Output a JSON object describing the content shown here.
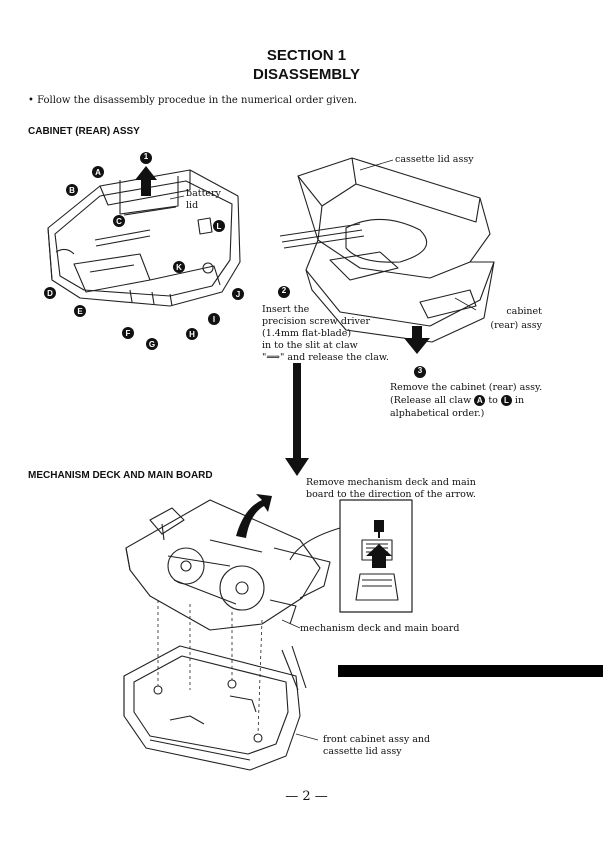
{
  "header": {
    "section": "SECTION 1",
    "title": "DISASSEMBLY"
  },
  "intro_note": "• Follow the disassembly procedue in the numerical order given.",
  "cabinet": {
    "heading": "CABINET (REAR) ASSY",
    "callouts": {
      "battery_lid": "battery lid",
      "cassette_lid": "cassette lid assy",
      "cabinet_rear": "cabinet (rear) assy"
    },
    "claw_letters": [
      "A",
      "B",
      "C",
      "D",
      "E",
      "F",
      "G",
      "H",
      "I",
      "J",
      "K",
      "L"
    ],
    "steps": {
      "step1_num": "1",
      "step2_num": "2",
      "step2_text": [
        "Insert the",
        "precision screw driver",
        "(1.4mm flat-blade)",
        "in to the slit at claw",
        "\"⟹\" and release the claw."
      ],
      "step3_num": "3",
      "step3_line1": "Remove the cabinet (rear) assy.",
      "step3_line2_prefix": "(Release all claw",
      "step3_line2_from": "A",
      "step3_line2_mid": "to",
      "step3_line2_to": "L",
      "step3_line2_suffix": "in",
      "step3_line3": "alphabetical order.)"
    }
  },
  "mechanism": {
    "heading": "MECHANISM DECK AND MAIN BOARD",
    "instruction": [
      "Remove mechanism deck and main",
      "board to the direction of the arrow."
    ],
    "callout_deck": "mechanism deck and main board",
    "callout_front": [
      "front cabinet assy and",
      "cassette lid assy"
    ]
  },
  "page_number": "— 2 —"
}
